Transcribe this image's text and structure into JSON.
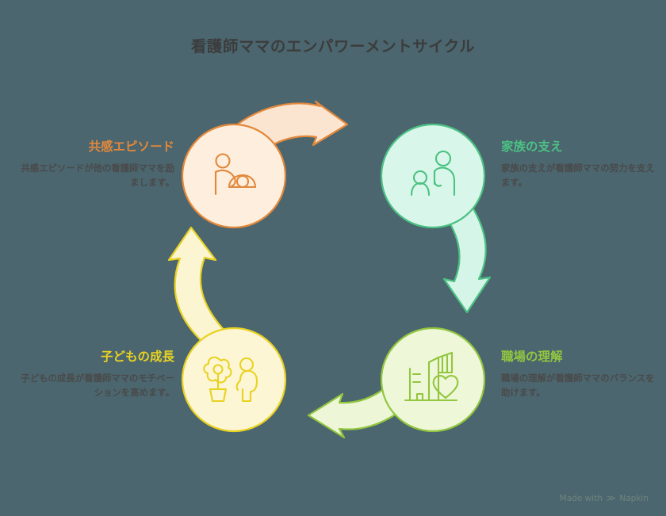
{
  "title": "看護師ママのエンパワーメントサイクル",
  "background_color": "#4b666f",
  "nodes": [
    {
      "id": "empathy",
      "heading": "共感エピソード",
      "description": "共感エピソードが他の看護師ママを励まします。",
      "icon": "person-comforting-icon",
      "accent": "#e2883b",
      "fill": "#fdeedd",
      "position": "top-left"
    },
    {
      "id": "family",
      "heading": "家族の支え",
      "description": "家族の支えが看護師ママの努力を支えます。",
      "icon": "family-group-icon",
      "accent": "#4cc183",
      "fill": "#d8f7ea",
      "position": "top-right"
    },
    {
      "id": "workplace",
      "heading": "職場の理解",
      "description": "職場の理解が看護師ママのバランスを助けます。",
      "icon": "building-heart-icon",
      "accent": "#92c63f",
      "fill": "#eef7d7",
      "position": "bottom-right"
    },
    {
      "id": "child",
      "heading": "子どもの成長",
      "description": "子どもの成長が看護師ママのモチベーションを高めます。",
      "icon": "flower-child-icon",
      "accent": "#e8d222",
      "fill": "#fdf6d4",
      "position": "bottom-left"
    }
  ],
  "arrows": [
    {
      "id": "empathy-to-family",
      "direction": "right",
      "stroke": "#e2883b",
      "fill": "#fbe5d0"
    },
    {
      "id": "family-to-workplace",
      "direction": "down",
      "stroke": "#4cc183",
      "fill": "#d4f5e8"
    },
    {
      "id": "workplace-to-child",
      "direction": "left",
      "stroke": "#92c63f",
      "fill": "#edf6d6"
    },
    {
      "id": "child-to-empathy",
      "direction": "up",
      "stroke": "#e8d222",
      "fill": "#fcf5d2"
    }
  ],
  "watermark": {
    "text_before": "Made with",
    "glyph": "≫",
    "brand": "Napkin"
  }
}
